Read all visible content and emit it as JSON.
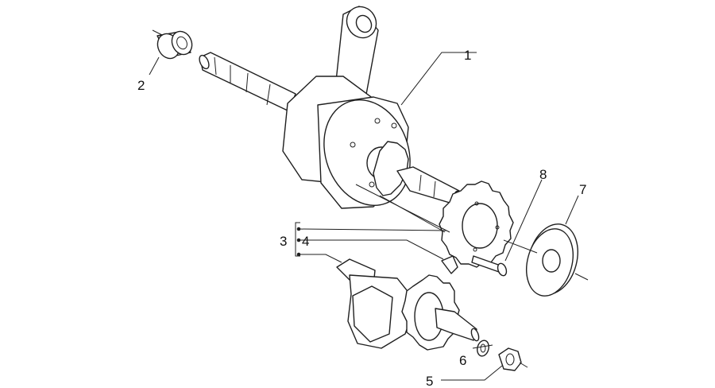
{
  "callouts": {
    "c1": "1",
    "c2": "2",
    "c3": "3",
    "c4": "4",
    "c5": "5",
    "c6": "6",
    "c7": "7",
    "c8": "8"
  },
  "colors": {
    "line": "#1f1f1f",
    "background": "#ffffff"
  }
}
